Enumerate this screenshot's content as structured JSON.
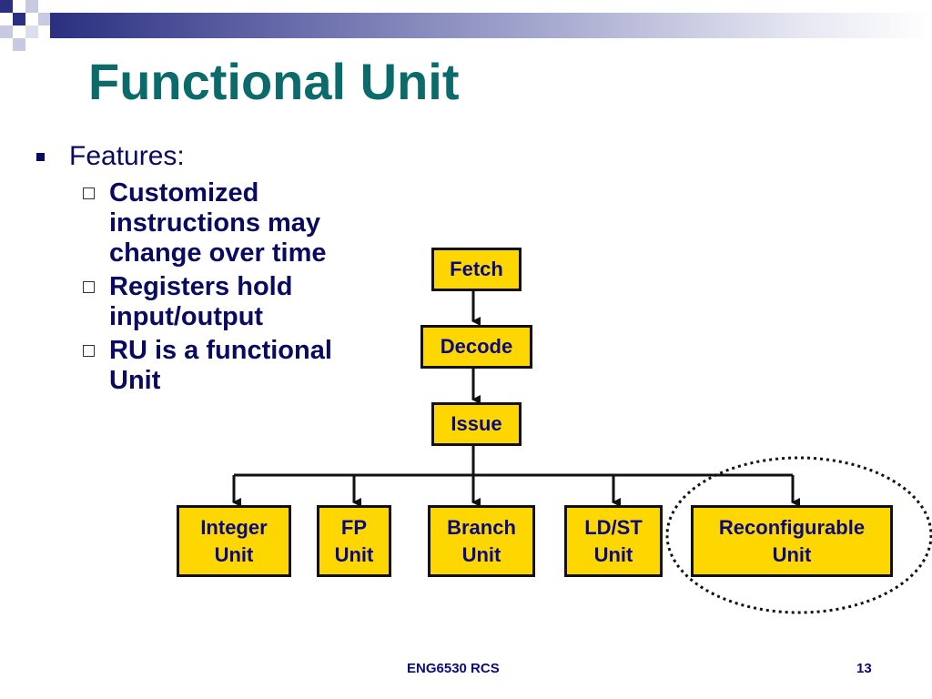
{
  "slide": {
    "title": "Functional Unit",
    "bullets": [
      {
        "text": "Features:",
        "sub": [
          "Customized instructions may change over time",
          "Registers hold input/output",
          "RU is a functional Unit"
        ]
      }
    ]
  },
  "diagram": {
    "pipeline": [
      "Fetch",
      "Decode",
      "Issue"
    ],
    "units": [
      "Integer\nUnit",
      "FP\nUnit",
      "Branch\nUnit",
      "LD/ST\nUnit",
      "Reconfigurable\nUnit"
    ],
    "highlighted_unit": "Reconfigurable\nUnit"
  },
  "footer": {
    "course": "ENG6530 RCS",
    "page_number": "13"
  },
  "colors": {
    "title": "#0b6a6a",
    "text": "#0a0a60",
    "box_fill": "#ffd700",
    "box_text": "#0a0a80"
  }
}
